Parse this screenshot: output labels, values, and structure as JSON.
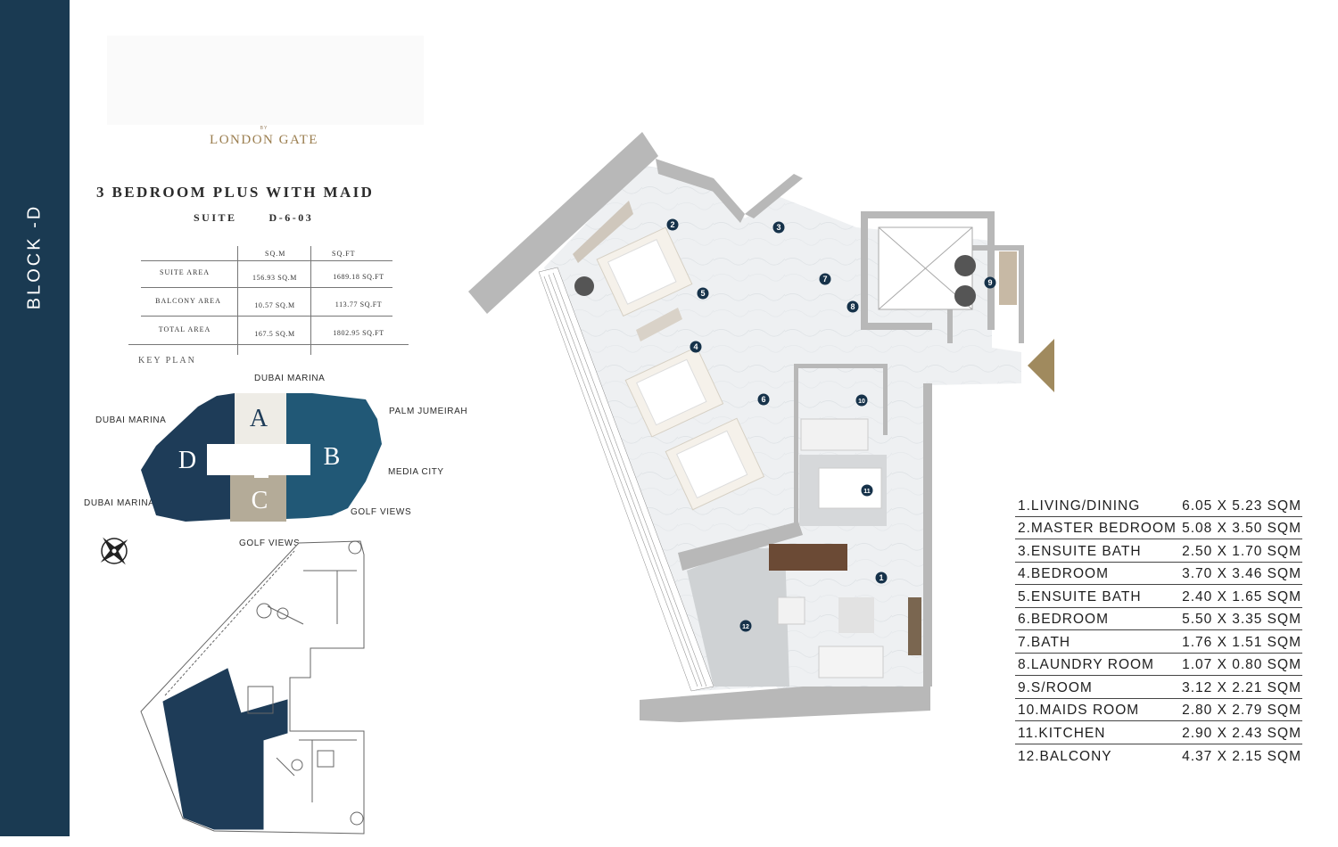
{
  "sidebar": {
    "label": "BLOCK -D"
  },
  "logo": {
    "by": "BY",
    "name": "LONDON GATE"
  },
  "unit": {
    "title": "3 BEDROOM PLUS WITH MAID",
    "suite_label": "SUITE",
    "suite_number": "D-6-03"
  },
  "area_table": {
    "headers": [
      "SQ.M",
      "SQ.FT"
    ],
    "rows": [
      {
        "label": "SUITE AREA",
        "sqm": "156.93 SQ.M",
        "sqft": "1689.18 SQ.FT"
      },
      {
        "label": "BALCONY AREA",
        "sqm": "10.57 SQ.M",
        "sqft": "113.77 SQ.FT"
      },
      {
        "label": "TOTAL AREA",
        "sqm": "167.5 SQ.M",
        "sqft": "1802.95 SQ.FT"
      }
    ]
  },
  "key_plan": {
    "label": "KEY PLAN",
    "blocks": [
      "A",
      "B",
      "C",
      "D"
    ],
    "directions": {
      "top": "DUBAI MARINA",
      "left_top": "DUBAI MARINA",
      "left_bottom": "DUBAI MARINA",
      "right_top": "PALM JUMEIRAH",
      "right_mid": "MEDIA CITY",
      "right_bottom": "GOLF VIEWS",
      "bottom": "GOLF VIEWS"
    },
    "colors": {
      "dark_blue": "#1e3c58",
      "mid_blue": "#215876",
      "cream": "#eeece6",
      "taupe": "#b4ab98"
    }
  },
  "rooms": [
    {
      "name": "1.LIVING/DINING",
      "dims": "6.05 X 5.23 SQM"
    },
    {
      "name": "2.MASTER BEDROOM",
      "dims": "5.08 X 3.50 SQM"
    },
    {
      "name": "3.ENSUITE BATH",
      "dims": "2.50 X 1.70 SQM"
    },
    {
      "name": "4.BEDROOM",
      "dims": "3.70 X 3.46 SQM"
    },
    {
      "name": "5.ENSUITE BATH",
      "dims": "2.40 X 1.65 SQM"
    },
    {
      "name": "6.BEDROOM",
      "dims": "5.50 X 3.35 SQM"
    },
    {
      "name": "7.BATH",
      "dims": "1.76 X 1.51 SQM"
    },
    {
      "name": "8.LAUNDRY ROOM",
      "dims": "1.07 X 0.80 SQM"
    },
    {
      "name": "9.S/ROOM",
      "dims": "3.12 X 2.21 SQM"
    },
    {
      "name": "10.MAIDS ROOM",
      "dims": "2.80 X 2.79 SQM"
    },
    {
      "name": "11.KITCHEN",
      "dims": "2.90 X 2.43 SQM"
    },
    {
      "name": "12.BALCONY",
      "dims": "4.37 X 2.15 SQM"
    }
  ],
  "room_markers": [
    "1",
    "2",
    "3",
    "4",
    "5",
    "6",
    "7",
    "8",
    "9",
    "10",
    "11",
    "12"
  ],
  "colors": {
    "sidebar": "#1a3a52",
    "gold": "#9a7d4e",
    "wall": "#b8b8b8",
    "floor": "#eef0f1",
    "marker": "#16324a"
  }
}
